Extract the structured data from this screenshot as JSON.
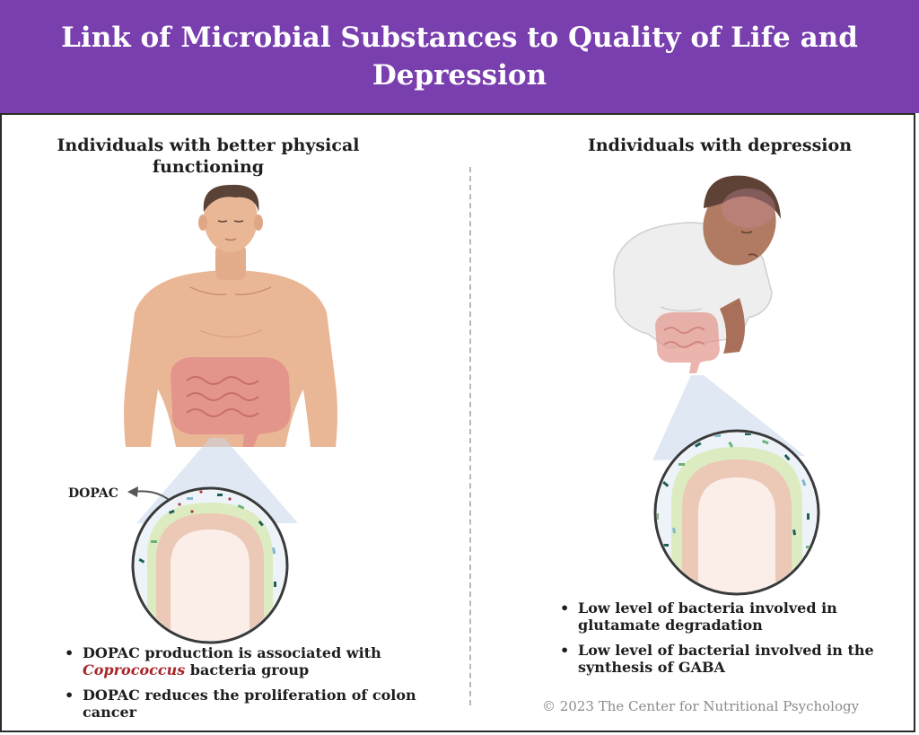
{
  "title": "Link of Microbial Substances to Quality of Life and Depression",
  "left": {
    "heading": "Individuals with better physical functioning",
    "label": "DOPAC",
    "bullets": [
      {
        "pre": "DOPAC production is associated with ",
        "italic": "Coprococcus",
        "post": " bacteria group"
      },
      {
        "text": "DOPAC reduces the proliferation of colon cancer"
      }
    ]
  },
  "right": {
    "heading": "Individuals with depression",
    "bullets": [
      "Low level of bacteria involved in glutamate degradation",
      "Low level of bacterial involved in the synthesis of GABA"
    ]
  },
  "copyright": "© 2023 The Center for Nutritional Psychology",
  "colors": {
    "header_bg": "#7a3fae",
    "skin": "#eab796",
    "hair": "#5b4236",
    "intestine": "#e3958c",
    "mucosa": "#dcecc0",
    "bacteria_dark": "#1f5e58",
    "bacteria_green": "#6cb27a",
    "bacteria_blue": "#7db8d2",
    "dopac_dot": "#a93a3a",
    "accent_red": "#a8262a"
  }
}
